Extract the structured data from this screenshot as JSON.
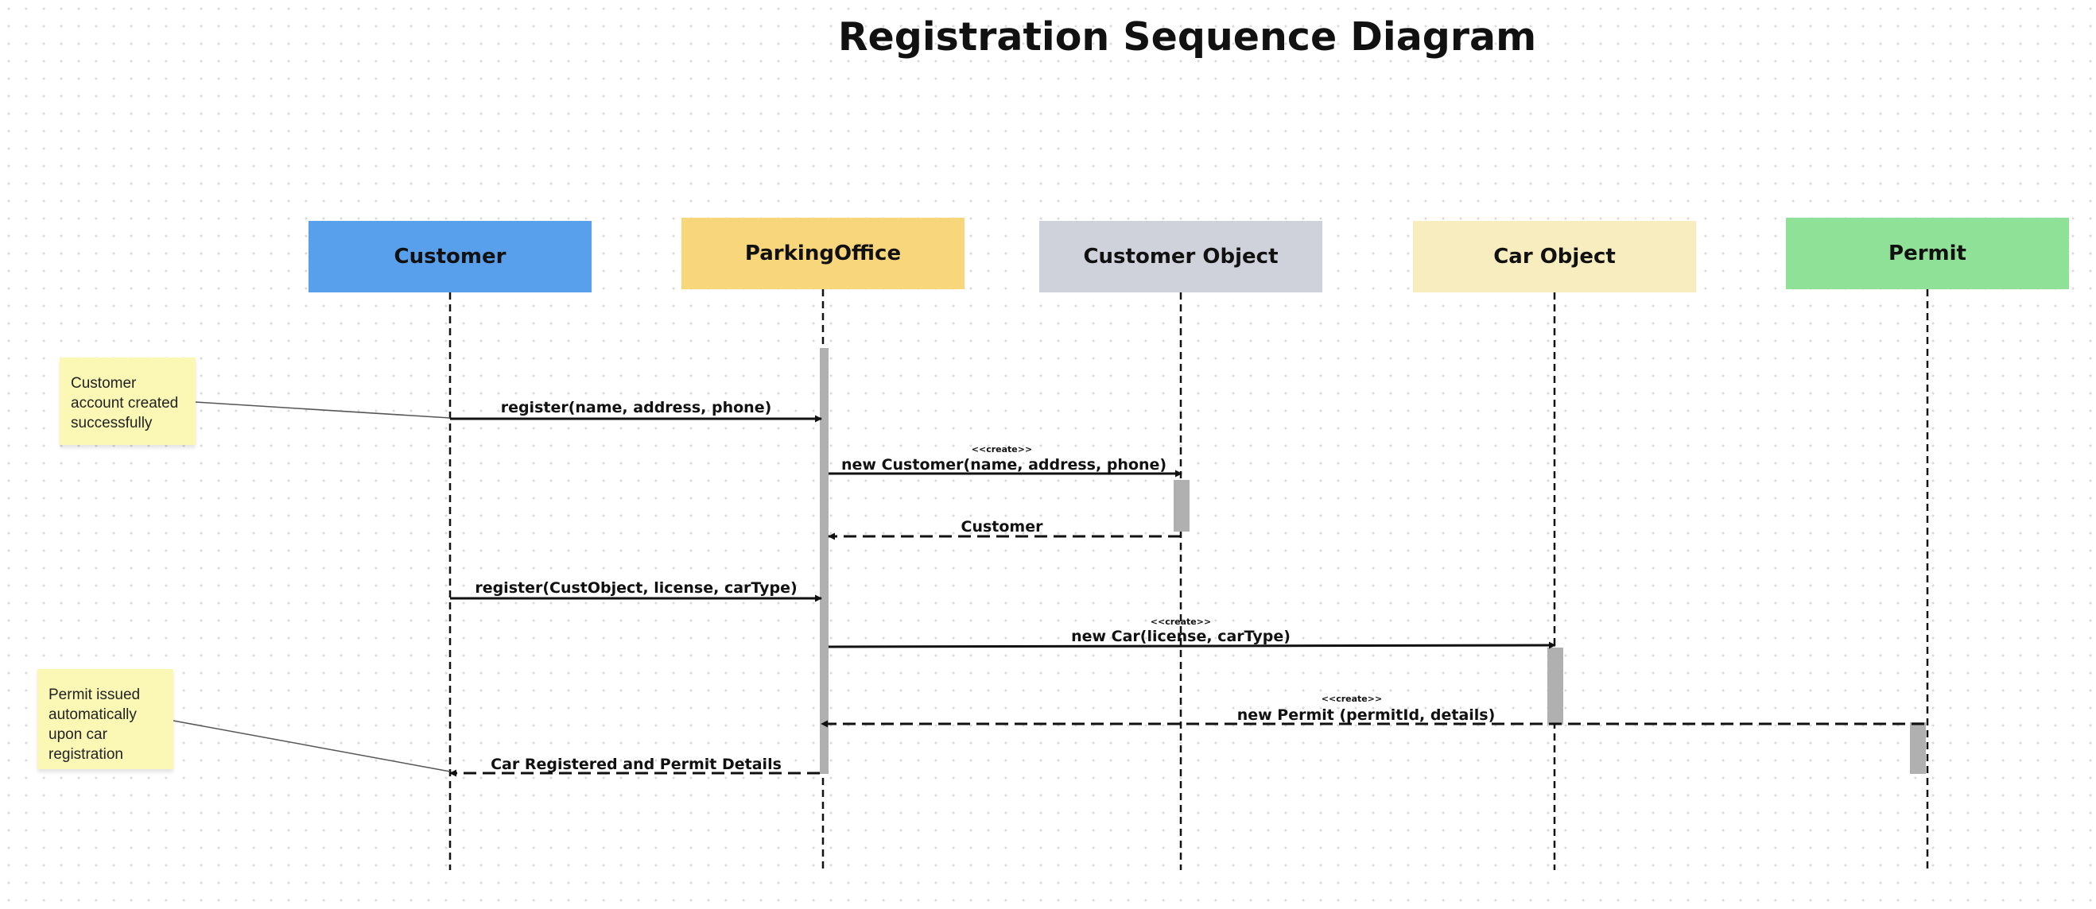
{
  "title": "Registration Sequence Diagram",
  "participants": [
    {
      "label": "Customer",
      "color": "#58a0ec"
    },
    {
      "label": "ParkingOffice",
      "color": "#f7d67c"
    },
    {
      "label": "Customer Object",
      "color": "#cfd2da"
    },
    {
      "label": "Car Object",
      "color": "#f7edbf"
    },
    {
      "label": "Permit",
      "color": "#8ee196"
    }
  ],
  "messages": [
    {
      "label": "register(name, address, phone)",
      "stereotype": "",
      "type": "sync"
    },
    {
      "label": "new Customer(name, address, phone)",
      "stereotype": "<<create>>",
      "type": "create"
    },
    {
      "label": "Customer",
      "stereotype": "",
      "type": "return"
    },
    {
      "label": "register(CustObject, license, carType)",
      "stereotype": "",
      "type": "sync"
    },
    {
      "label": "new Car(license, carType)",
      "stereotype": "<<create>>",
      "type": "create"
    },
    {
      "label": "new Permit (permitId, details)",
      "stereotype": "<<create>>",
      "type": "return"
    },
    {
      "label": "Car Registered and Permit Details",
      "stereotype": "",
      "type": "return"
    }
  ],
  "notes": [
    {
      "text": "Customer account created successfully"
    },
    {
      "text": "Permit issued automatically upon car registration"
    }
  ]
}
